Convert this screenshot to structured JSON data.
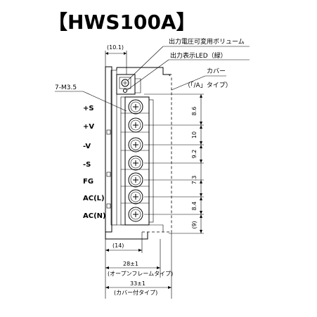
{
  "title": "【HWS100A】",
  "callouts": {
    "vr": "出力電圧可変用ボリューム",
    "led": "出力表示LED（緑）",
    "cover": "カバー",
    "cover_type": "（「/A」タイプ）",
    "screw": "7-M3.5"
  },
  "terminals": [
    "+S",
    "+V",
    "-V",
    "-S",
    "FG",
    "AC(L)",
    "AC(N)"
  ],
  "dimensions": {
    "top_offset": "(10.1)",
    "pitch_1": "8.6",
    "pitch_2": "10",
    "pitch_3": "9.2",
    "pitch_4": "7.3",
    "pitch_5": "8.4",
    "bottom_offset": "(9)",
    "depth_14": "(14)",
    "open_frame_width": "28±1",
    "open_frame_type": "(オープンフレームタイプ)",
    "cover_width": "33±1",
    "cover_type_note": "(カバー付タイプ)"
  }
}
